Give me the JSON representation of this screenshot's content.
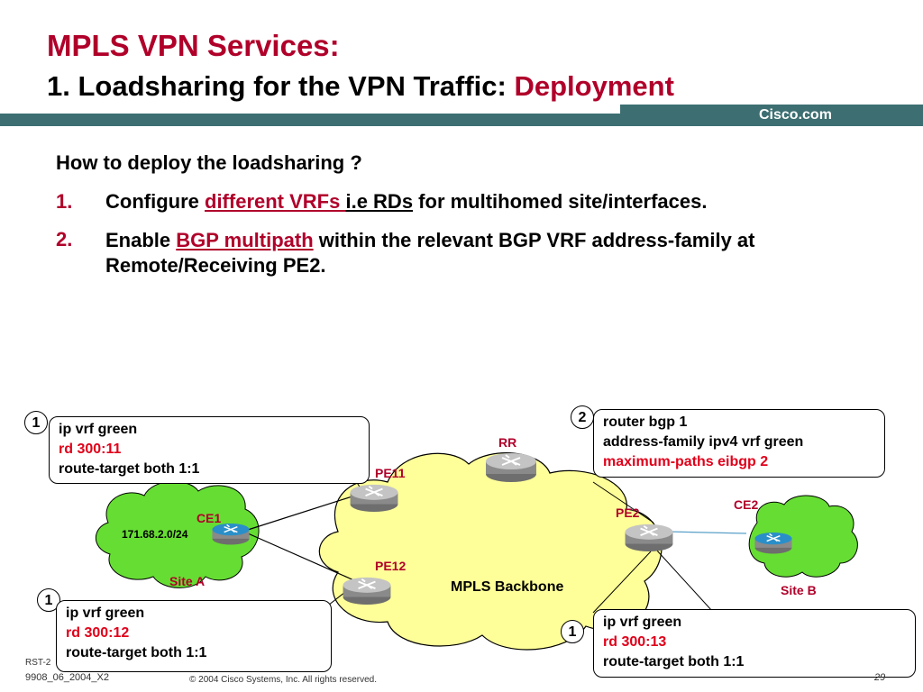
{
  "title": {
    "line1": "MPLS VPN Services:",
    "line2_prefix": "1. Loadsharing for the VPN Traffic: ",
    "line2_accent": "Deployment"
  },
  "brand": {
    "logo_text": "Cisco.com"
  },
  "content": {
    "question": "How to deploy the loadsharing ?",
    "item1": {
      "num": "1.",
      "pre": "Configure ",
      "link": "different VRFs ",
      "ul": "i.e RDs",
      "post": " for multihomed site/interfaces."
    },
    "item2": {
      "num": "2.",
      "pre": "Enable ",
      "link": "BGP multipath",
      "post": " within the relevant BGP VRF address-family at Remote/Receiving PE2."
    }
  },
  "diagram": {
    "box_pe11": {
      "badge": "1",
      "line1": "ip vrf green",
      "line2": "rd 300:11",
      "line3": "route-target both 1:1"
    },
    "box_pe12": {
      "badge": "1",
      "line1": "ip vrf green",
      "line2": "rd 300:12",
      "line3": "route-target both 1:1"
    },
    "box_pe2_bgp": {
      "badge": "2",
      "line1": "router bgp 1",
      "line2": "address-family ipv4 vrf green",
      "line3": "maximum-paths eibgp 2"
    },
    "box_pe2_vrf": {
      "badge": "1",
      "line1": "ip vrf green",
      "line2": "rd 300:13",
      "line3": "route-target both 1:1"
    },
    "labels": {
      "rr": "RR",
      "pe11": "PE11",
      "pe12": "PE12",
      "pe2": "PE2",
      "ce1": "CE1",
      "ce2": "CE2",
      "prefix": "171.68.2.0/24",
      "site_a": "Site A",
      "site_b": "Site B",
      "backbone": "MPLS Backbone"
    },
    "colors": {
      "cloud_fill": "#ffff99",
      "site_fill": "#66dd33",
      "router_gray": "#b8b8b8",
      "router_blue": "#1a7fb8",
      "accent_red": "#b0002a"
    }
  },
  "footer": {
    "course": "RST-2",
    "code": "9908_06_2004_X2",
    "copyright": "© 2004 Cisco Systems, Inc. All rights reserved.",
    "page": "29"
  }
}
